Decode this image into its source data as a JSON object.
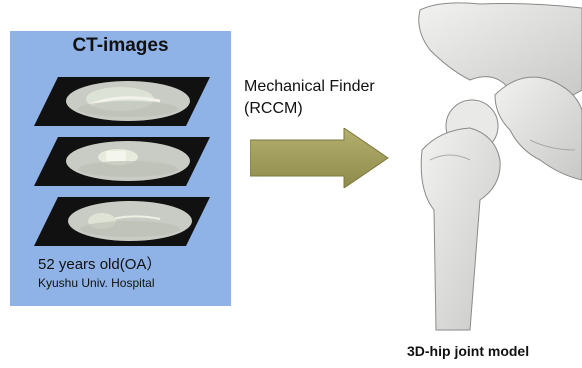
{
  "ct_panel": {
    "title": "CT-images",
    "patient_age": "52 years old(OA）",
    "hospital": "Kyushu Univ. Hospital",
    "background_color": "#8fb3e6",
    "slice_count": 3
  },
  "process": {
    "label_line1": "Mechanical Finder",
    "label_line2": "(RCCM)",
    "arrow_color": "#9e9a59"
  },
  "model": {
    "label": "3D-hip joint model",
    "icon": "hip-bone-model-icon"
  }
}
